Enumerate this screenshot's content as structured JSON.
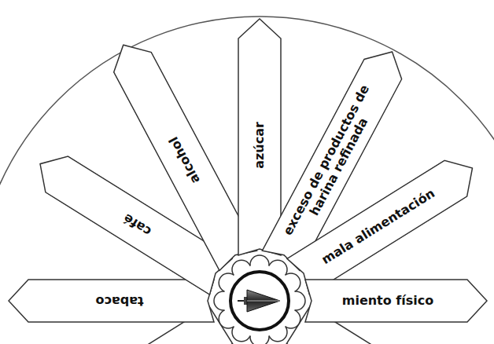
{
  "diagram": {
    "nodes": [
      {
        "text": [
          "tabaco"
        ]
      },
      {
        "text": [
          "café"
        ]
      },
      {
        "text": [
          "alcohol"
        ]
      },
      {
        "text": [
          "azúcar"
        ]
      },
      {
        "text": [
          "exceso de productos de harina refinada"
        ]
      },
      {
        "text": [
          "mala alimentación"
        ]
      },
      {
        "text": [
          "miento físico"
        ]
      }
    ]
  }
}
